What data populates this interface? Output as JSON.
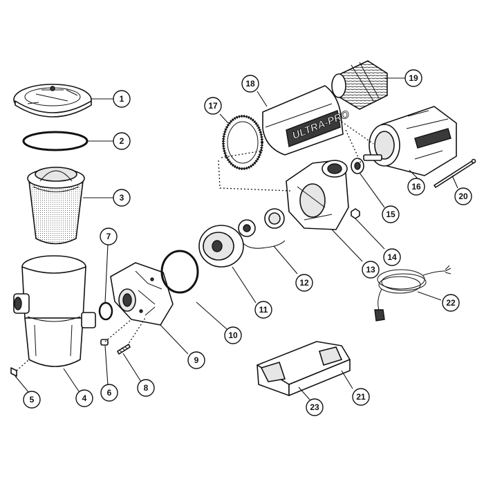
{
  "brand_text": "ULTRA-PRO",
  "callouts": [
    "1",
    "2",
    "3",
    "4",
    "5",
    "6",
    "7",
    "8",
    "9",
    "10",
    "11",
    "12",
    "13",
    "14",
    "15",
    "16",
    "17",
    "18",
    "19",
    "20",
    "21",
    "22",
    "23"
  ],
  "colors": {
    "line": "#111111",
    "background": "#ffffff",
    "shade": "#e6e6e6"
  }
}
